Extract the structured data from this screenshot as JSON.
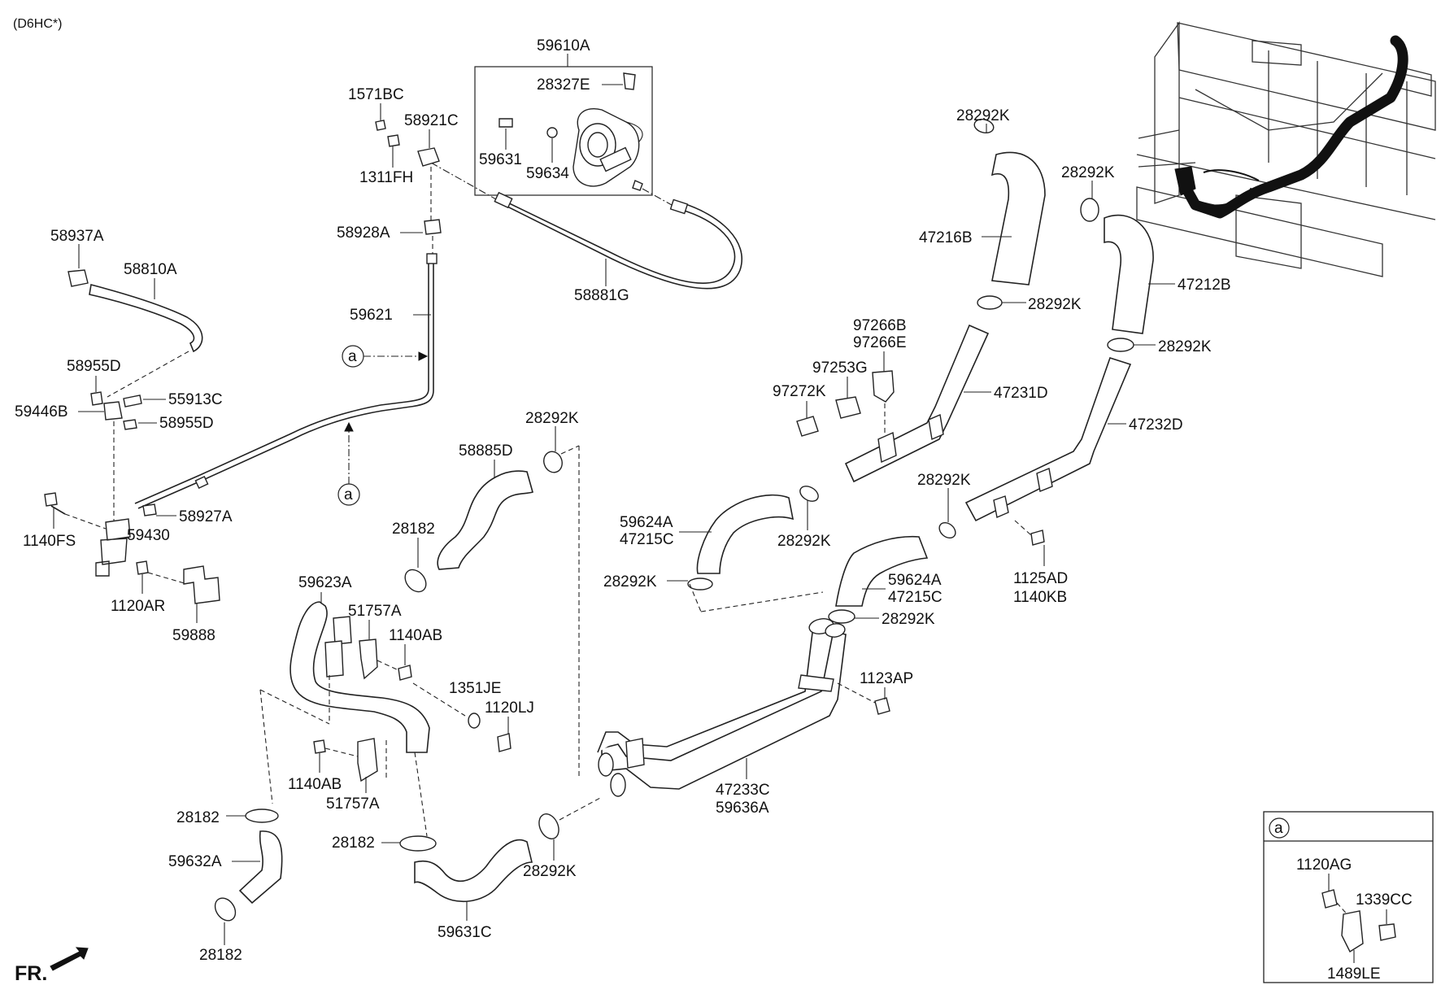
{
  "header": {
    "engine_code": "(D6HC*)"
  },
  "orientation": {
    "front_label": "FR."
  },
  "callout_marker": "a",
  "detail_box": {
    "marker": "a",
    "labels": {
      "p1": "1120AG",
      "p2": "1339CC",
      "p3": "1489LE"
    }
  },
  "labels": {
    "l59610A": "59610A",
    "l28327E": "28327E",
    "l59631": "59631",
    "l59634": "59634",
    "l1571BC": "1571BC",
    "l58921C": "58921C",
    "l1311FH": "1311FH",
    "l58928A": "58928A",
    "l58881G": "58881G",
    "l59621": "59621",
    "l58937A": "58937A",
    "l58810A": "58810A",
    "l58955D_a": "58955D",
    "l59446B": "59446B",
    "l55913C": "55913C",
    "l58955D_b": "58955D",
    "l1140FS": "1140FS",
    "l58927A": "58927A",
    "l59430": "59430",
    "l1120AR": "1120AR",
    "l59888": "59888",
    "l28292K_1": "28292K",
    "l47216B": "47216B",
    "l28292K_2": "28292K",
    "l28292K_3": "28292K",
    "l47212B": "47212B",
    "l28292K_4": "28292K",
    "l97266B": "97266B",
    "l97266E": "97266E",
    "l97253G": "97253G",
    "l97272K": "97272K",
    "l47231D": "47231D",
    "l47232D": "47232D",
    "l28292K_5": "28292K",
    "l58885D": "58885D",
    "l28182_1": "28182",
    "l59624A_1": "59624A",
    "l47215C_1": "47215C",
    "l28292K_6": "28292K",
    "l28292K_7": "28292K",
    "l28292K_8": "28292K",
    "l1125AD": "1125AD",
    "l1140KB": "1140KB",
    "l59624A_2": "59624A",
    "l47215C_2": "47215C",
    "l28292K_9": "28292K",
    "l59623A": "59623A",
    "l51757A_1": "51757A",
    "l1140AB_1": "1140AB",
    "l1351JE": "1351JE",
    "l1120LJ": "1120LJ",
    "l1123AP": "1123AP",
    "l1140AB_2": "1140AB",
    "l51757A_2": "51757A",
    "l47233C": "47233C",
    "l59636A": "59636A",
    "l28182_2": "28182",
    "l59632A": "59632A",
    "l28182_3": "28182",
    "l28292K_10": "28292K",
    "l59631C": "59631C",
    "l28182_4": "28182"
  }
}
